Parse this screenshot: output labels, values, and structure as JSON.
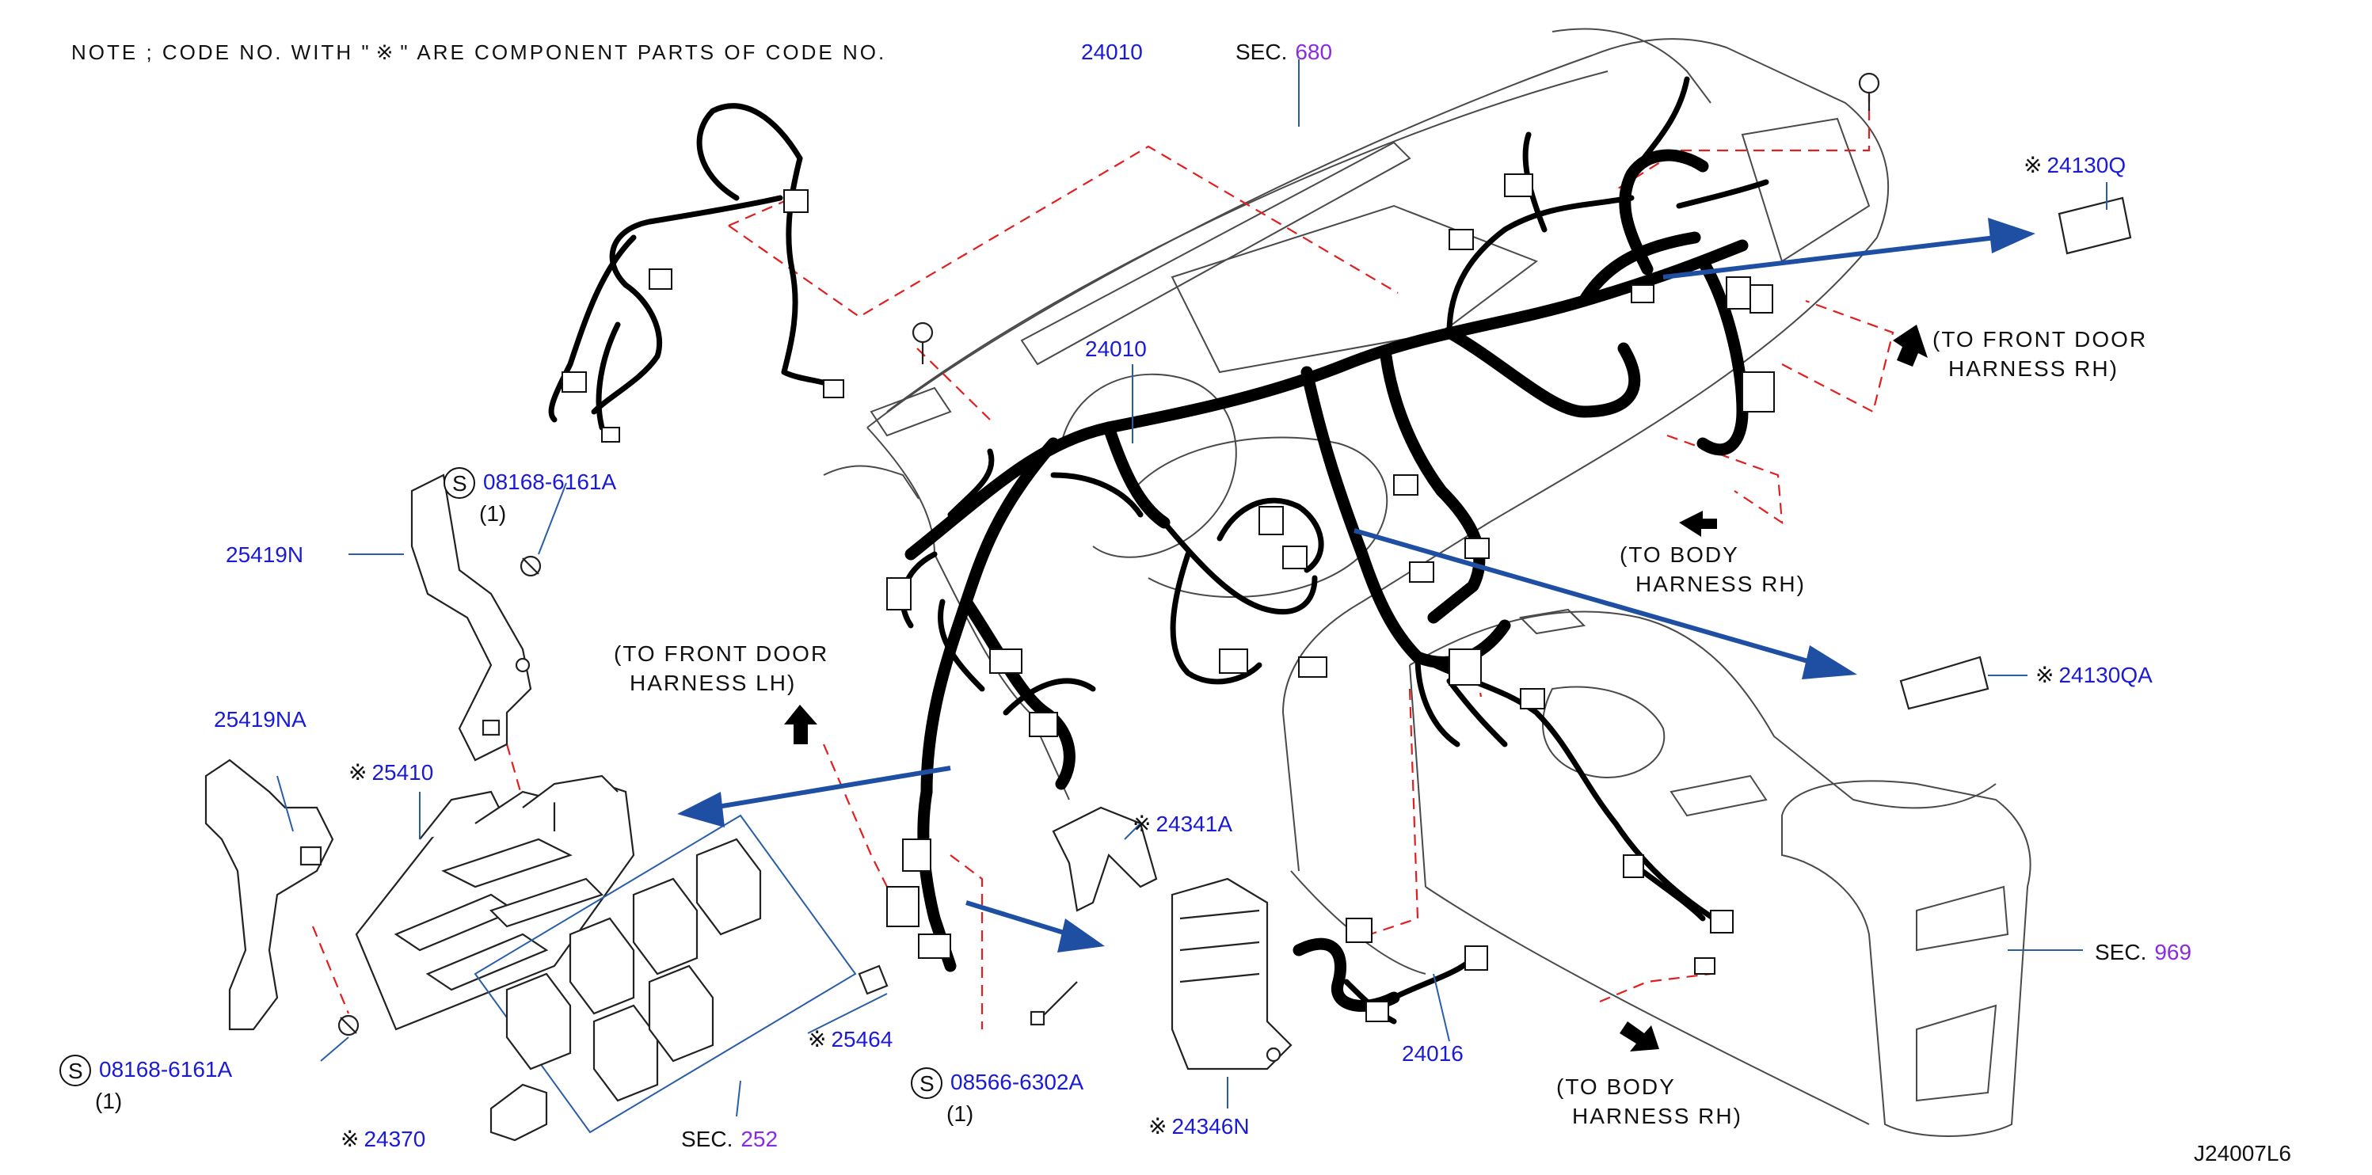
{
  "note": {
    "prefix": "NOTE ; CODE NO. WITH \"",
    "symbol": "※",
    "suffix": "\" ARE COMPONENT PARTS OF CODE NO."
  },
  "diagram_id": "J24007L6",
  "colors": {
    "part_number": "#1b1bd6",
    "section_ref": "#8a2be2",
    "leader": "#2a5ea8",
    "dashed": "#e02020"
  },
  "labels": {
    "main_harness_top": "24010",
    "main_harness_center": "24010",
    "sec_680": {
      "prefix": "SEC.",
      "num": "680"
    },
    "sec_969": {
      "prefix": "SEC.",
      "num": "969"
    },
    "sec_252": {
      "prefix": "SEC.",
      "num": "252"
    },
    "p24130Q": {
      "mark": "※",
      "num": "24130Q"
    },
    "p24130QA": {
      "mark": "※",
      "num": "24130QA"
    },
    "p25410": {
      "mark": "※",
      "num": "25410"
    },
    "p24341A": {
      "mark": "※",
      "num": "24341A"
    },
    "p25464": {
      "mark": "※",
      "num": "25464"
    },
    "p24370": {
      "mark": "※",
      "num": "24370"
    },
    "p24346N": {
      "mark": "※",
      "num": "24346N"
    },
    "p24016": "24016",
    "p25419N": "25419N",
    "p25419NA": "25419NA",
    "bolt_top": {
      "s": "S",
      "num": "08168-6161A",
      "qty": "(1)"
    },
    "bolt_bottom": {
      "s": "S",
      "num": "08168-6161A",
      "qty": "(1)"
    },
    "bolt_mid": {
      "s": "S",
      "num": "08566-6302A",
      "qty": "(1)"
    }
  },
  "destinations": {
    "front_door_rh": [
      "(TO FRONT DOOR",
      "HARNESS RH)"
    ],
    "body_rh_upper": [
      "(TO BODY",
      "HARNESS RH)"
    ],
    "front_door_lh": [
      "(TO FRONT DOOR",
      "HARNESS LH)"
    ],
    "body_rh_lower": [
      "(TO BODY",
      "HARNESS RH)"
    ]
  }
}
